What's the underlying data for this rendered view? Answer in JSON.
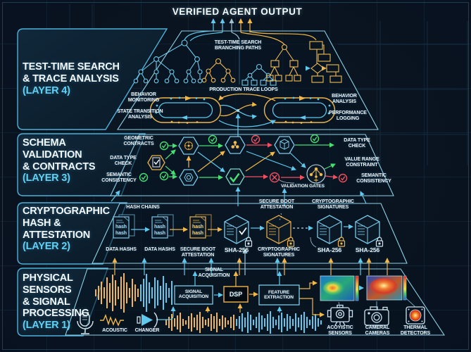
{
  "title": "VERIFIED AGENT OUTPUT",
  "layer4": {
    "line1": "TEST-TIME SEARCH",
    "line2": "& TRACE ANALYSIS",
    "tag": "(LAYER 4)",
    "branching": "TEST-TIME SEARCH BRANCHING PATHS",
    "loops": "PRODUCTION TRACE LOOPS",
    "behavior_monitoring": "BEHAVIOR MONITORING",
    "state_transition": "STATE TRANSITION ANALYSIS",
    "behavior_analysis": "BEHAVIOR ANALYSIS",
    "performance_logging": "PERFORMANCE LOGGING"
  },
  "layer3": {
    "line1": "SCHEMA",
    "line2": "VALIDATION",
    "line3": "& CONTRACTS",
    "tag": "(LAYER 3)",
    "geometric_contracts": "GEOMETRIC CONTRACTS",
    "data_type_check_left": "DATA TYPE CHECK",
    "semantic_consistency_left": "SEMANTIC CONSISTENCY",
    "validation_gates": "VALIDATION GATES",
    "data_type_check_right": "DATA TYPE CHECK",
    "value_range_constraint": "VALUE RANGE CONSTRAINT",
    "semantic_consistency_right": "SEMANTIC CONSISTENCY"
  },
  "layer2": {
    "line1": "CRYPTOGRAPHIC",
    "line2": "HASH &",
    "line3": "ATTESTATION",
    "tag": "(LAYER 2)",
    "hash_chains": "HASH CHAINS",
    "secure_boot_top": "SECURE BOOT ATTESTATION",
    "crypto_signatures_top": "CRYPTOGRAPHIC SIGNATURES",
    "doc_word": "hash",
    "items": [
      {
        "label": "DATA HASHS"
      },
      {
        "label": "DATA HASHS"
      },
      {
        "label": "SECURE BOOT ATTESTATION"
      },
      {
        "label": "SHA-256"
      },
      {
        "label": "CRYPTOGRAPHIC SIGNATURES"
      },
      {
        "label": "SHA-256"
      },
      {
        "label": "SHA-256"
      }
    ]
  },
  "layer1": {
    "line1": "PHYSICAL",
    "line2": "SENSORS",
    "line3": "& SIGNAL",
    "line4": "PROCESSING",
    "tag": "(LAYER 1)",
    "signal_acquisition_top": "SIGNAL ACQUISITION",
    "boxes": [
      {
        "label": "SIGNAL ACQUISITION"
      },
      {
        "label": "DSP"
      },
      {
        "label": "FEATURE EXTRACTION"
      }
    ],
    "acoustic_label": "ACOUSTIC",
    "changer_label": "CHANGER",
    "sensors": [
      {
        "label": "ACOYISTIC SENSORS"
      },
      {
        "label": "CAMERAL CAMERAS"
      },
      {
        "label": "THERMAL DETECTORS"
      }
    ]
  },
  "colors": {
    "background": "#0a1420",
    "cyan_border": "#4fb0d8",
    "blue": "#5fc8ec",
    "yellow": "#f0b84a",
    "green": "#46df72",
    "red": "#f25060",
    "white": "#f4fafc"
  },
  "icons": {
    "microphone-icon": "microphone",
    "acoustic-waveform-icon": "zigzag-wave",
    "speaker-icon": "speaker-play",
    "camera-icon": "camera",
    "acoustic-sensor-icon": "sensor-device",
    "thermal-detector-icon": "thermal-lens",
    "lock-icon": "padlock",
    "cube-icon": "isometric-cube",
    "hash-doc-icon": "document-pages",
    "check-icon": "checkmark-circle",
    "x-icon": "cross-circle",
    "hexagon-icon": "hexagon-badge",
    "heatmap-icon": "thermal-heatmap"
  }
}
